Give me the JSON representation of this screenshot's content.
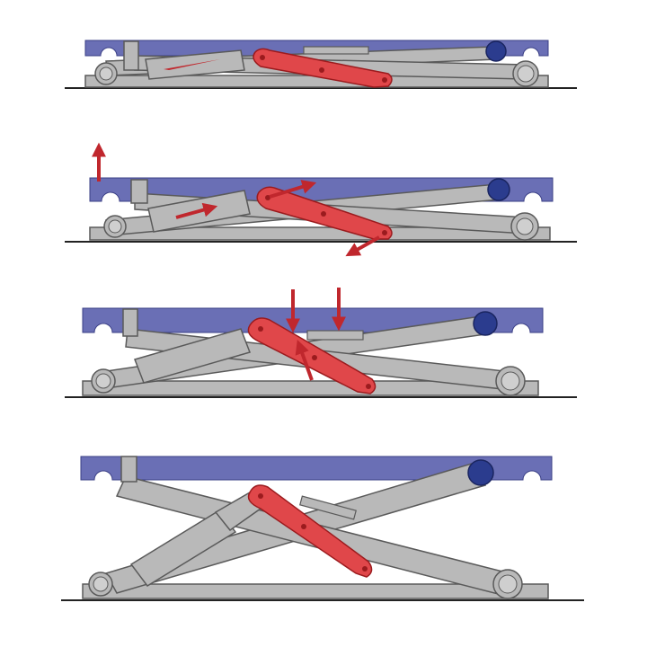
{
  "diagram": {
    "subject": "scissor-lift",
    "stages": [
      {
        "id": "stage-collapsed",
        "arrows": []
      },
      {
        "id": "stage-lifting-start",
        "arrows": [
          "up-arrow",
          "piston-push-arrow",
          "lever-up-arrow",
          "lever-down-arrow"
        ]
      },
      {
        "id": "stage-partial-lift",
        "arrows": [
          "down-arrow-1",
          "down-arrow-2",
          "push-up-arrow"
        ]
      },
      {
        "id": "stage-extended",
        "arrows": []
      }
    ]
  },
  "colors": {
    "platform": "#6a6fb5",
    "arm": "#b9b9b9",
    "outline": "#5a5a5a",
    "ground": "#222222",
    "lever": "#e0474a",
    "lever_outline": "#9b1b1e",
    "arrow": "#c0272d",
    "bearing": "#2b3c8e"
  }
}
